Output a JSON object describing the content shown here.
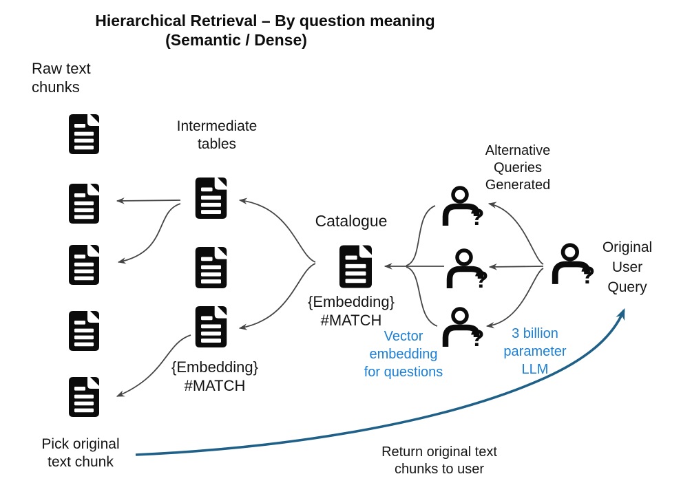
{
  "title": {
    "line1": "Hierarchical Retrieval – By question meaning",
    "line2": "(Semantic / Dense)"
  },
  "labels": {
    "raw_text_chunks": "Raw text\nchunks",
    "intermediate_tables": "Intermediate\ntables",
    "catalogue": "Catalogue",
    "catalogue_annotation": "{Embedding}\n#MATCH",
    "intermediate_annotation": "{Embedding}\n#MATCH",
    "vector_embedding": "Vector\nembedding\nfor questions",
    "llm": "3 billion\nparameter\nLLM",
    "alternative_queries": "Alternative\nQueries\nGenerated",
    "original_user_query": "Original\nUser\nQuery",
    "pick_original_chunk": "Pick original\ntext chunk",
    "return_chunks": "Return original text\nchunks to user",
    "question_mark": "?"
  },
  "icons": {
    "document": "document-icon",
    "person_question": "person-question-icon",
    "gray_arrow": "link-arrow",
    "return_flow": "return-flow-arrow"
  },
  "colors": {
    "diagram_black": "#0b0b0b",
    "arrow_gray": "#454545",
    "annotation_blue": "#1b7fd4",
    "flow_blue": "#1e6088",
    "background": "#ffffff"
  }
}
